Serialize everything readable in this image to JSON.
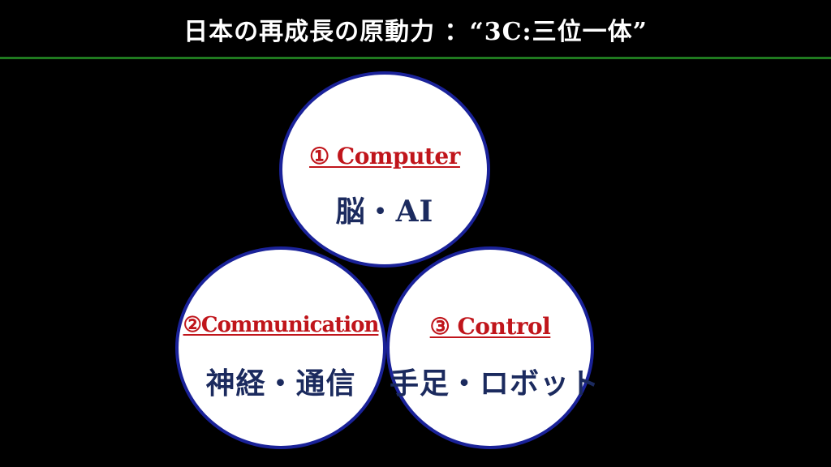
{
  "slide": {
    "title": "日本の再成長の原動力 ：“3C:三位一体”"
  },
  "circles": [
    {
      "label": "① Computer",
      "sub": "脳・AI"
    },
    {
      "label": "②Communication",
      "sub": "神経・通信"
    },
    {
      "label": "③ Control",
      "sub": "手足・ロボット"
    }
  ],
  "colors": {
    "background": "#000000",
    "title_text": "#ffffff",
    "title_rule": "#1f7a1f",
    "circle_fill": "#ffffff",
    "circle_border": "#1a2299",
    "label_text": "#c0151b",
    "sub_text": "#1b2a5e"
  }
}
